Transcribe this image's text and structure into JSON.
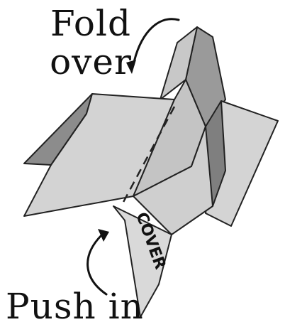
{
  "labels": {
    "fold_over_line1": "Fold",
    "fold_over_line2": "over",
    "push_in": "Push in",
    "cover": "COVER"
  },
  "colors": {
    "panel_light": "#d3d3d3",
    "panel_mid": "#b9b9b9",
    "panel_dark": "#8f8f8f",
    "outline": "#222222",
    "arrow": "#111111"
  },
  "icons": {
    "fold_over_arrow": "curved-arrow-icon",
    "push_in_arrow": "curved-arrow-icon"
  }
}
